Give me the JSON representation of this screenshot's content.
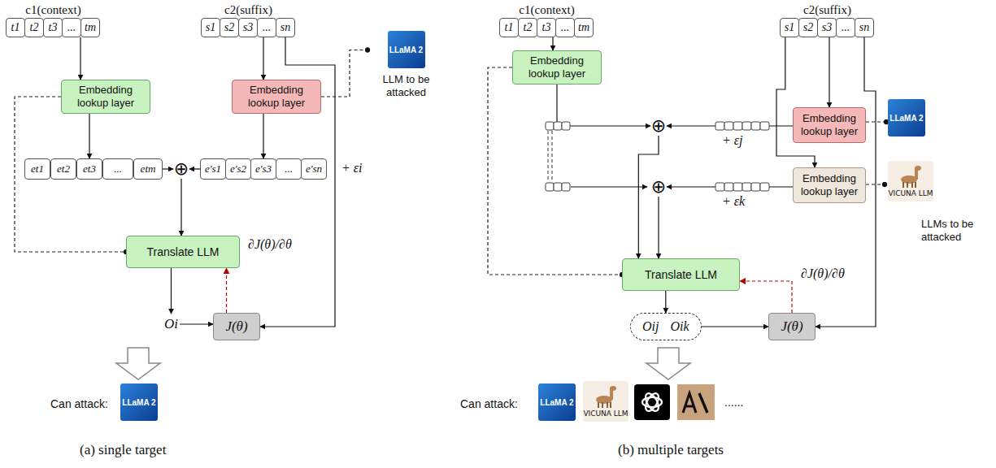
{
  "diagram": {
    "nodes": [
      {
        "text": [
          "c1(context)"
        ]
      },
      {
        "text": [
          "t1"
        ],
        "in": 0
      },
      {
        "text": [
          "t2"
        ],
        "in": 0
      },
      {
        "text": [
          "t3"
        ],
        "in": 0
      },
      {
        "text": [
          "..."
        ],
        "in": 0
      },
      {
        "text": [
          "tm"
        ],
        "in": 0
      },
      {
        "text": [
          "c2(suffix)"
        ]
      },
      {
        "text": [
          "s1"
        ],
        "in": 6
      },
      {
        "text": [
          "s2"
        ],
        "in": 6
      },
      {
        "text": [
          "s3"
        ],
        "in": 6
      },
      {
        "text": [
          "..."
        ],
        "in": 6
      },
      {
        "text": [
          "sn"
        ],
        "in": 6
      },
      {
        "text": [
          "Embedding lookup layer"
        ]
      },
      {
        "text": [
          "Embedding lookup layer"
        ]
      },
      {
        "text": [
          "LLaMA 2",
          "LLM to be attacked"
        ]
      },
      {
        "text": [
          "et1"
        ]
      },
      {
        "text": [
          "et2"
        ]
      },
      {
        "text": [
          "et3"
        ]
      },
      {
        "text": [
          "..."
        ]
      },
      {
        "text": [
          "etm"
        ]
      },
      {
        "text": [
          "⊕"
        ]
      },
      {
        "text": [
          "e′s1"
        ]
      },
      {
        "text": [
          "e′s2"
        ]
      },
      {
        "text": [
          "e′s3"
        ]
      },
      {
        "text": [
          "..."
        ]
      },
      {
        "text": [
          "e′sn"
        ]
      },
      {
        "text": [
          "Translate LLM"
        ]
      },
      {
        "text": [
          "Oi"
        ]
      },
      {
        "text": [
          "J(θ)"
        ]
      },
      {
        "text": [
          "LLaMA 2"
        ]
      },
      {
        "text": [
          "c1(context)"
        ]
      },
      {
        "text": [
          "t1"
        ],
        "in": 30
      },
      {
        "text": [
          "t2"
        ],
        "in": 30
      },
      {
        "text": [
          "t3"
        ],
        "in": 30
      },
      {
        "text": [
          "..."
        ],
        "in": 30
      },
      {
        "text": [
          "tm"
        ],
        "in": 30
      },
      {
        "text": [
          "c2(suffix)"
        ]
      },
      {
        "text": [
          "s1"
        ],
        "in": 36
      },
      {
        "text": [
          "s2"
        ],
        "in": 36
      },
      {
        "text": [
          "s3"
        ],
        "in": 36
      },
      {
        "text": [
          "..."
        ],
        "in": 36
      },
      {
        "text": [
          "sn"
        ],
        "in": 36
      },
      {
        "text": [
          "Embedding lookup layer"
        ]
      },
      {
        "text": [
          "⊕"
        ]
      },
      {
        "text": [
          "⊕"
        ]
      },
      {
        "text": [
          "Embedding lookup layer"
        ]
      },
      {
        "text": [
          "LLaMA 2"
        ]
      },
      {
        "text": [
          "Embedding lookup layer"
        ]
      },
      {
        "text": [
          "VICUNA LLM"
        ]
      },
      {
        "text": [
          "Translate LLM"
        ]
      },
      {
        "text": [
          "Oij",
          "Oik"
        ]
      },
      {
        "text": [
          "J(θ)"
        ]
      },
      {
        "text": [
          "LLaMA 2"
        ]
      },
      {
        "text": [
          "VICUNA LLM"
        ]
      }
    ],
    "edges": [
      {
        "from": 0,
        "to": 12,
        "arrow": "to"
      },
      {
        "from": 6,
        "to": 13,
        "arrow": "to"
      },
      {
        "from": 13,
        "to": 14,
        "arrow": "to"
      },
      {
        "from": 12,
        "to": 17,
        "arrow": "to"
      },
      {
        "from": 13,
        "to": 23,
        "arrow": "to"
      },
      {
        "from": 12,
        "to": 26,
        "arrow": "to"
      },
      {
        "from": 19,
        "to": 20,
        "arrow": "to"
      },
      {
        "from": 21,
        "to": 20,
        "arrow": "to"
      },
      {
        "from": 20,
        "to": 26,
        "arrow": "to"
      },
      {
        "from": 11,
        "to": 28,
        "arrow": "to"
      },
      {
        "from": 26,
        "to": 27,
        "arrow": "to"
      },
      {
        "from": 27,
        "to": 28,
        "arrow": "to"
      },
      {
        "from": 28,
        "to": 26,
        "arrow": "to"
      },
      {
        "from": 30,
        "to": 42,
        "arrow": "to"
      },
      {
        "from": 42,
        "to": 49,
        "arrow": "to"
      },
      {
        "from": 36,
        "to": 45,
        "arrow": "to"
      },
      {
        "from": 36,
        "to": 47,
        "arrow": "to"
      },
      {
        "from": 41,
        "to": 51,
        "arrow": "to"
      },
      {
        "from": 45,
        "to": 46,
        "arrow": "to"
      },
      {
        "from": 47,
        "to": 48,
        "arrow": "to"
      },
      {
        "from": 42,
        "to": 43,
        "arrow": "to"
      },
      {
        "from": 45,
        "to": 43,
        "arrow": "to"
      },
      {
        "from": 47,
        "to": 44,
        "arrow": "to"
      },
      {
        "from": 43,
        "to": 49,
        "arrow": "to"
      },
      {
        "from": 44,
        "to": 49,
        "arrow": "to"
      },
      {
        "from": 49,
        "to": 50,
        "arrow": "to"
      },
      {
        "from": 50,
        "to": 51,
        "arrow": "to"
      },
      {
        "from": 51,
        "to": 49,
        "arrow": "to"
      }
    ],
    "labels": [
      "+ εi",
      "∂J(θ)/∂θ",
      "Can attack:",
      "(a) single target",
      "+ εj",
      "+ εk",
      "LLMs to be attacked",
      "∂J(θ)/∂θ",
      "Can attack:",
      "......",
      "(b) multiple targets"
    ]
  }
}
